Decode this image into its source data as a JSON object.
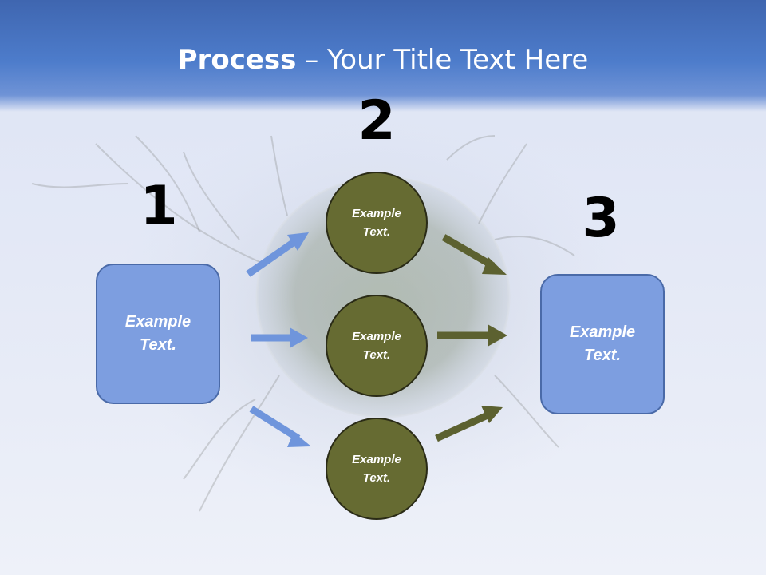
{
  "title": {
    "bold": "Process",
    "dash": " – ",
    "rest": "Your Title Text Here"
  },
  "steps": [
    {
      "number": "1",
      "text": "Example\nText."
    },
    {
      "number": "2",
      "items": [
        "Example\nText.",
        "Example\nText.",
        "Example\nText."
      ]
    },
    {
      "number": "3",
      "text": "Example\nText."
    }
  ],
  "colors": {
    "header": "#4d7ccb",
    "box_fill": "#7d9ee0",
    "circle_fill": "#666b32",
    "arrow_blue": "#6f95dc",
    "arrow_olive": "#5c6130"
  }
}
